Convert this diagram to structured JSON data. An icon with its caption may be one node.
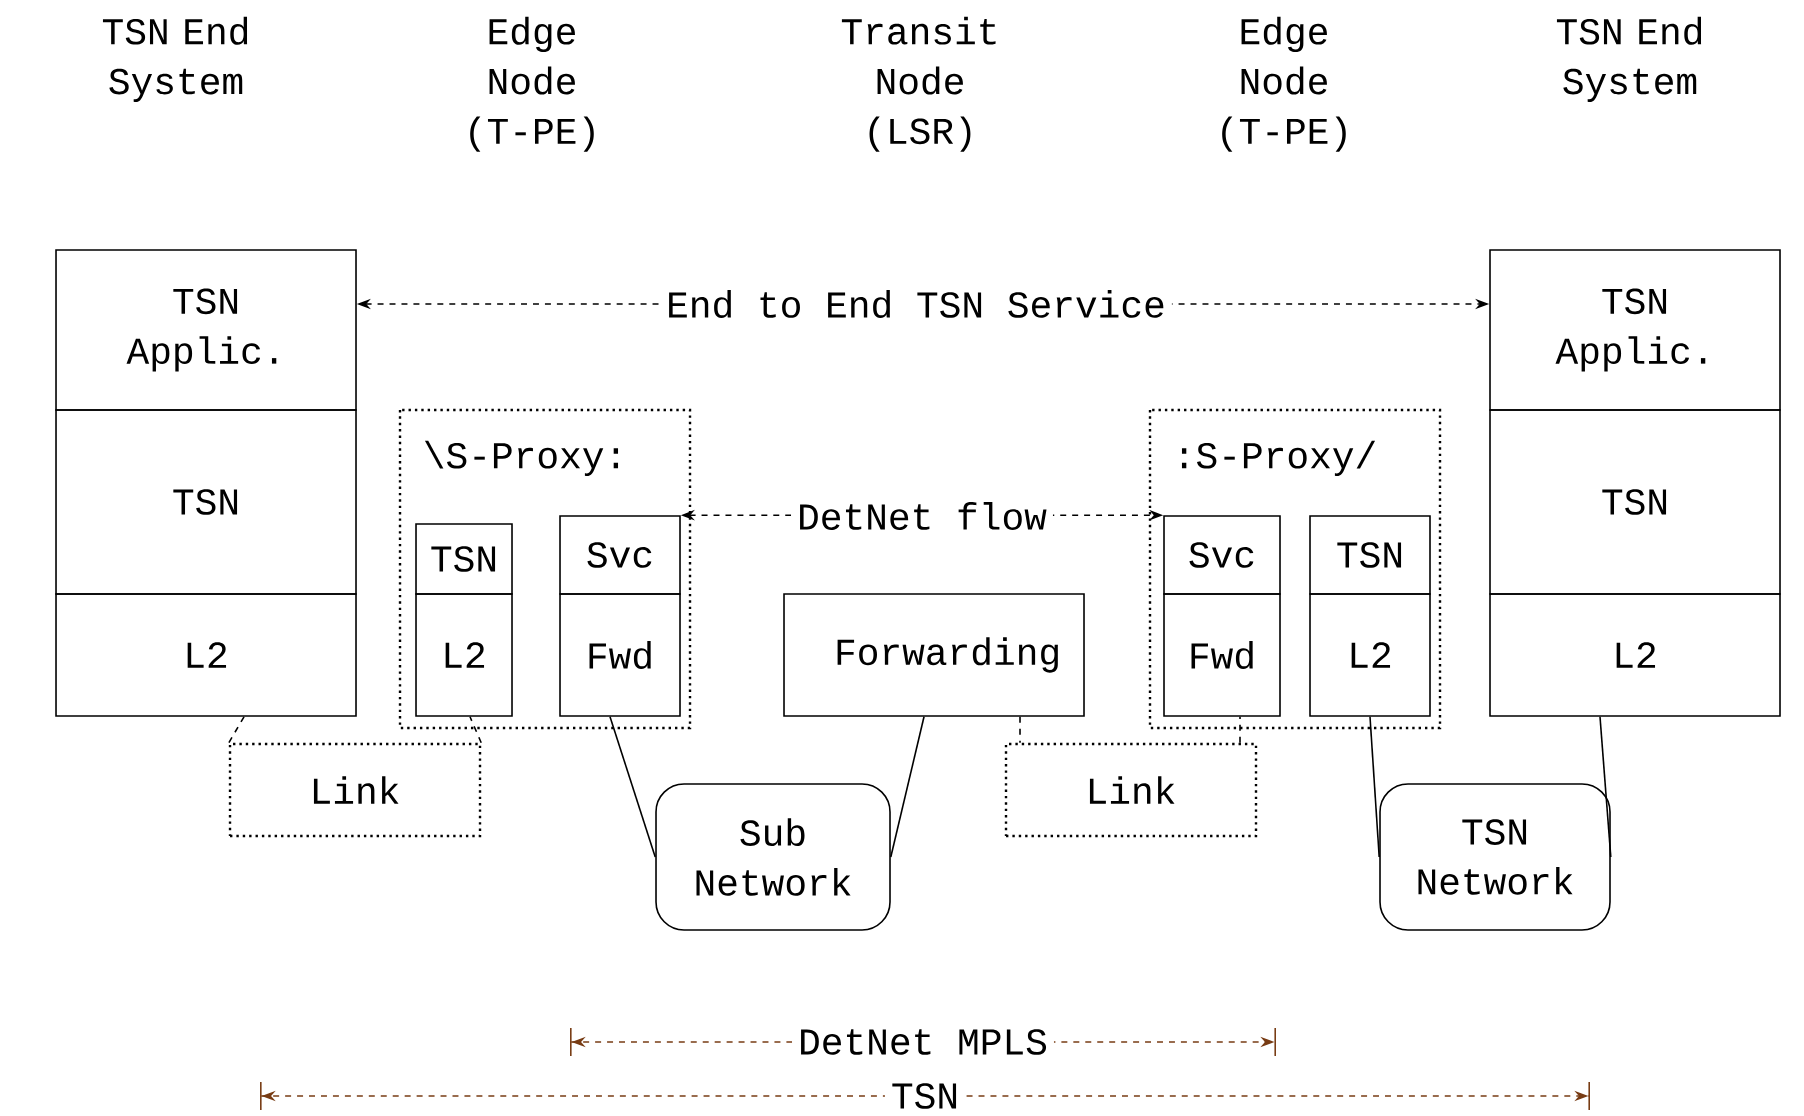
{
  "diagram": {
    "nodes": [
      {
        "text": [
          "TSN Applic."
        ]
      },
      {
        "text": [
          "TSN"
        ]
      },
      {
        "text": [
          "L2"
        ]
      },
      {
        "text": [
          "\\S-Proxy:"
        ]
      },
      {
        "text": [
          "TSN"
        ],
        "in": 3
      },
      {
        "text": [
          "L2"
        ],
        "in": 3
      },
      {
        "text": [
          "Svc"
        ],
        "in": 3
      },
      {
        "text": [
          "Fwd"
        ],
        "in": 3
      },
      {
        "text": [
          "Forwarding"
        ]
      },
      {
        "text": [
          ":S-Proxy/"
        ]
      },
      {
        "text": [
          "Svc"
        ],
        "in": 9
      },
      {
        "text": [
          "Fwd"
        ],
        "in": 9
      },
      {
        "text": [
          "TSN"
        ],
        "in": 9
      },
      {
        "text": [
          "L2"
        ],
        "in": 9
      },
      {
        "text": [
          "TSN Applic."
        ]
      },
      {
        "text": [
          "TSN"
        ]
      },
      {
        "text": [
          "L2"
        ]
      },
      {
        "text": [
          "Link"
        ]
      },
      {
        "text": [
          "Sub Network"
        ]
      },
      {
        "text": [
          "Link"
        ]
      },
      {
        "text": [
          "TSN Network"
        ]
      }
    ],
    "edges": [
      {
        "from": 0,
        "to": 14,
        "arrow": "both",
        "label": "End to End TSN Service",
        "style": "dashed"
      },
      {
        "from": 6,
        "to": 10,
        "arrow": "both",
        "label": "DetNet flow",
        "style": "dashed"
      },
      {
        "from": 2,
        "to": 17,
        "arrow": "none",
        "style": "dashed"
      },
      {
        "from": 17,
        "to": 5,
        "arrow": "none",
        "style": "dashed"
      },
      {
        "from": 7,
        "to": 18,
        "arrow": "none"
      },
      {
        "from": 18,
        "to": 8,
        "arrow": "none"
      },
      {
        "from": 8,
        "to": 19,
        "arrow": "none",
        "style": "dashed"
      },
      {
        "from": 19,
        "to": 11,
        "arrow": "none",
        "style": "dashed"
      },
      {
        "from": 13,
        "to": 20,
        "arrow": "none"
      },
      {
        "from": 20,
        "to": 16,
        "arrow": "none"
      }
    ],
    "labels": [
      "TSN End System",
      "Edge Node (T-PE)",
      "Transit Node (LSR)",
      "Edge Node (T-PE)",
      "TSN End System",
      "DetNet MPLS",
      "TSN"
    ]
  }
}
